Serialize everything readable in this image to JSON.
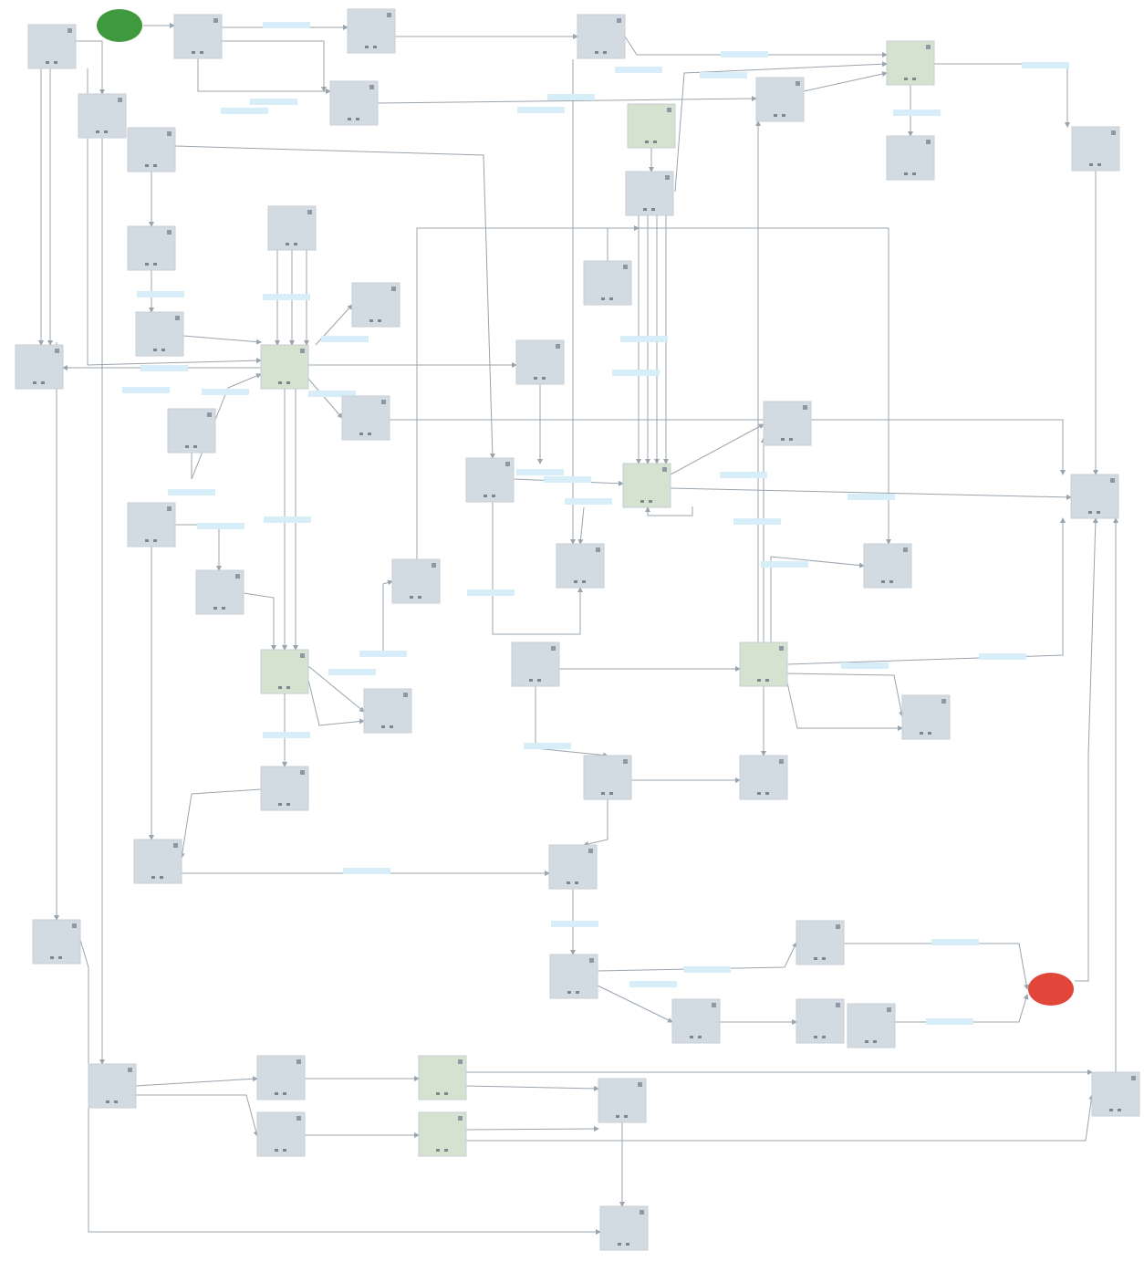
{
  "diagram": {
    "start_event": {
      "label": "",
      "color": "#3f9a3f"
    },
    "end_event": {
      "label": "",
      "color": "#e2463b"
    },
    "colors": {
      "task_fill": "#d3dbe2",
      "gateway_fill": "#d5e2cf",
      "edge": "#9aa4ad",
      "edge_label_bg": "#d7eef8",
      "edge_label_text": "#3c87b0"
    },
    "nodes": [
      {
        "id": "n1",
        "kind": "task",
        "text": ""
      },
      {
        "id": "n2",
        "kind": "task",
        "text": ""
      },
      {
        "id": "n3",
        "kind": "task",
        "text": ""
      },
      {
        "id": "n4",
        "kind": "task",
        "text": ""
      },
      {
        "id": "n5",
        "kind": "gateway",
        "text": ""
      },
      {
        "id": "n6",
        "kind": "task",
        "text": ""
      },
      {
        "id": "n7",
        "kind": "task",
        "text": ""
      },
      {
        "id": "n8",
        "kind": "task",
        "text": ""
      },
      {
        "id": "n9",
        "kind": "task",
        "text": ""
      },
      {
        "id": "n10",
        "kind": "gateway",
        "text": ""
      },
      {
        "id": "n11",
        "kind": "task",
        "text": ""
      },
      {
        "id": "n12",
        "kind": "task",
        "text": ""
      },
      {
        "id": "n13",
        "kind": "task",
        "text": ""
      },
      {
        "id": "n14",
        "kind": "task",
        "text": ""
      },
      {
        "id": "n15",
        "kind": "task",
        "text": ""
      },
      {
        "id": "n16",
        "kind": "task",
        "text": ""
      },
      {
        "id": "n17",
        "kind": "task",
        "text": ""
      },
      {
        "id": "n18",
        "kind": "task",
        "text": ""
      },
      {
        "id": "n19",
        "kind": "gateway",
        "text": ""
      },
      {
        "id": "n20",
        "kind": "task",
        "text": ""
      },
      {
        "id": "n21",
        "kind": "task",
        "text": ""
      },
      {
        "id": "n22",
        "kind": "task",
        "text": ""
      },
      {
        "id": "n23",
        "kind": "task",
        "text": ""
      },
      {
        "id": "n24",
        "kind": "gateway",
        "text": ""
      },
      {
        "id": "n25",
        "kind": "task",
        "text": ""
      },
      {
        "id": "n26",
        "kind": "task",
        "text": ""
      },
      {
        "id": "n27",
        "kind": "task",
        "text": ""
      },
      {
        "id": "n28",
        "kind": "task",
        "text": ""
      },
      {
        "id": "n29",
        "kind": "task",
        "text": ""
      },
      {
        "id": "n30",
        "kind": "task",
        "text": ""
      },
      {
        "id": "n31",
        "kind": "task",
        "text": ""
      },
      {
        "id": "n32",
        "kind": "task",
        "text": ""
      },
      {
        "id": "n33",
        "kind": "gateway",
        "text": ""
      },
      {
        "id": "n34",
        "kind": "task",
        "text": ""
      },
      {
        "id": "n35",
        "kind": "gateway",
        "text": ""
      },
      {
        "id": "n36",
        "kind": "task",
        "text": ""
      },
      {
        "id": "n37",
        "kind": "task",
        "text": ""
      },
      {
        "id": "n38",
        "kind": "task",
        "text": ""
      },
      {
        "id": "n39",
        "kind": "task",
        "text": ""
      },
      {
        "id": "n40",
        "kind": "task",
        "text": ""
      },
      {
        "id": "n41",
        "kind": "task",
        "text": ""
      },
      {
        "id": "n42",
        "kind": "task",
        "text": ""
      },
      {
        "id": "n43",
        "kind": "task",
        "text": ""
      },
      {
        "id": "n44",
        "kind": "task",
        "text": ""
      },
      {
        "id": "n45",
        "kind": "task",
        "text": ""
      },
      {
        "id": "n46",
        "kind": "task",
        "text": ""
      },
      {
        "id": "n47",
        "kind": "task",
        "text": ""
      },
      {
        "id": "n48",
        "kind": "task",
        "text": ""
      },
      {
        "id": "n49",
        "kind": "task",
        "text": ""
      },
      {
        "id": "n50",
        "kind": "task",
        "text": ""
      },
      {
        "id": "n51",
        "kind": "task",
        "text": ""
      },
      {
        "id": "n52",
        "kind": "task",
        "text": ""
      },
      {
        "id": "n53",
        "kind": "gateway",
        "text": ""
      },
      {
        "id": "n54",
        "kind": "gateway",
        "text": ""
      },
      {
        "id": "n55",
        "kind": "task",
        "text": ""
      },
      {
        "id": "n56",
        "kind": "task",
        "text": ""
      },
      {
        "id": "n57",
        "kind": "task",
        "text": ""
      },
      {
        "id": "n58",
        "kind": "task",
        "text": ""
      }
    ],
    "edge_labels": [
      "",
      "",
      "",
      "",
      "",
      "",
      "",
      "",
      "",
      "",
      "",
      "",
      "",
      "",
      "",
      "",
      "",
      "",
      "",
      "",
      "",
      "",
      "",
      "",
      "",
      "",
      "",
      "",
      "",
      "",
      "",
      "",
      "",
      "",
      "",
      "",
      "",
      "",
      "",
      "",
      "",
      ""
    ]
  }
}
